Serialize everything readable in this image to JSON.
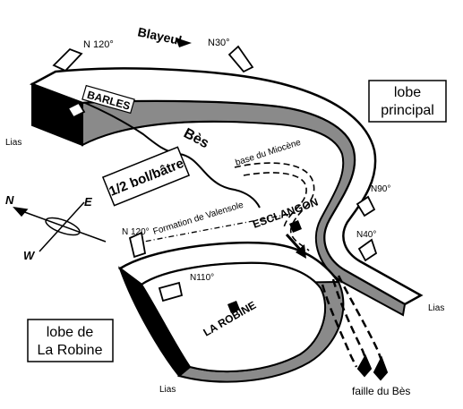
{
  "labels": {
    "blayeul": "Blayeul",
    "n120_top": "N 120°",
    "n30": "N30°",
    "barles": "BARLES",
    "lias_left": "Lias",
    "bes": "Bès",
    "half_bowl": "1/2 bol/bâtre",
    "base_miocene": "base du Miocène",
    "formation_valensole": "Formation  de  Valensole",
    "n120_mid": "N 120°",
    "esclangon": "ESCLANGON",
    "n90": "N90°",
    "n40": "N40°",
    "n110": "N110°",
    "la_robine": "LA ROBINE",
    "lias_bottom": "Lias",
    "lias_right": "Lias",
    "faille_bes": "faille du Bès"
  },
  "boxes": {
    "lobe_principal_line1": "lobe",
    "lobe_principal_line2": "principal",
    "lobe_robine_line1": "lobe  de",
    "lobe_robine_line2": "La Robine"
  },
  "compass": {
    "n": "N",
    "e": "E",
    "w": "W"
  }
}
